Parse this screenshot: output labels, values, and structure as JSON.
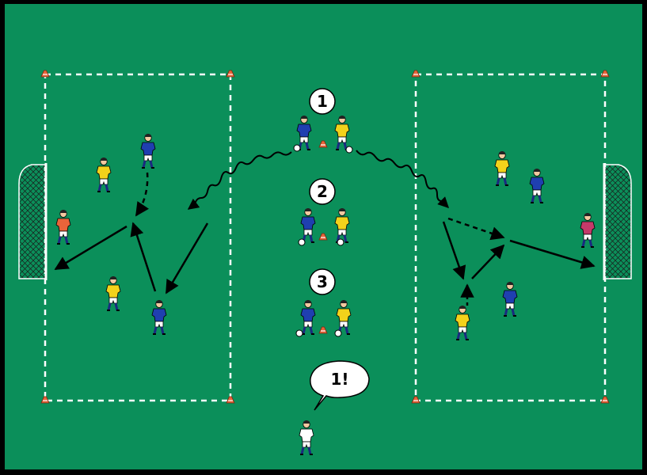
{
  "colors": {
    "field": "#0b8f5a",
    "frame": "#000000",
    "boundary": "#ffffff",
    "cone": "#e8643a",
    "team_a_shirt": "#1f3fb0",
    "team_b_shirt": "#f2d21b",
    "goalkeeper_left": "#e8643a",
    "goalkeeper_right": "#c43a6a",
    "coach_shirt": "#ffffff",
    "shorts": "#ffffff",
    "skin": "#f2c9a0"
  },
  "markers": {
    "m1": "1",
    "m2": "2",
    "m3": "3"
  },
  "coach": {
    "callout": "1!"
  },
  "icons": {
    "cone": "cone-icon",
    "goal": "goal-net-icon",
    "player": "player-figure-icon",
    "ball": "ball-icon"
  }
}
